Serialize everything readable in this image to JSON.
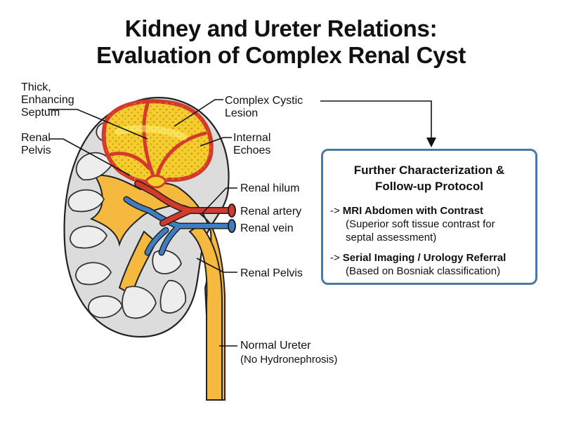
{
  "title": {
    "line1": "Kidney and Ureter Relations:",
    "line2": "Evaluation of Complex Renal Cyst"
  },
  "labels": {
    "septum": [
      "Thick,",
      "Enhancing",
      "Septum"
    ],
    "renal_pelvis_left": [
      "Renal",
      "Pelvis"
    ],
    "complex_cystic_lesion": [
      "Complex Cystic",
      "Lesion"
    ],
    "internal_echoes": [
      "Internal",
      "Echoes"
    ],
    "renal_hilum": "Renal hilum",
    "renal_artery": "Renal artery",
    "renal_vein": "Renal vein",
    "renal_pelvis_right": "Renal Pelvis",
    "normal_ureter": "Normal Ureter",
    "no_hydronephrosis": "(No Hydronephrosis)"
  },
  "protocol_box": {
    "title_line1": "Further Characterization &",
    "title_line2": "Follow-up Protocol",
    "steps": [
      {
        "arrow": "->",
        "main": "MRI Abdomen with Contrast",
        "note_lines": [
          "(Superior soft tissue contrast for",
          "septal assessment)"
        ]
      },
      {
        "arrow": "->",
        "main": "Serial Imaging / Urology Referral",
        "note_lines": [
          "(Based on Bosniak classification)"
        ]
      }
    ]
  },
  "colors": {
    "capsule": "#dcdcdc",
    "calyx": "#ededed",
    "pelvis": "#f5b93f",
    "cyst_wall": "#d43a2c",
    "cyst_fill": "#f3cf2c",
    "artery": "#d43a2c",
    "vein": "#3f7fc1",
    "box_border": "#4a79a6"
  }
}
